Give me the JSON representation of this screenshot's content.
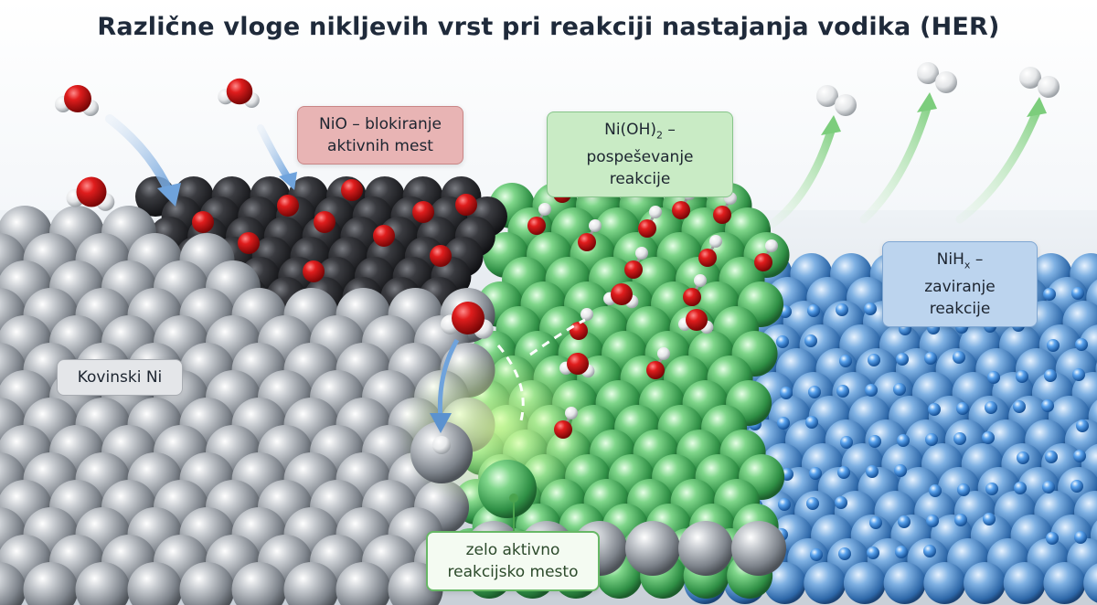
{
  "title": "Različne vloge nikljevih vrst pri reakciji nastajanja vodika (HER)",
  "labels": {
    "nio_line1": "NiO – blokiranje",
    "nio_line2": "aktivnih mest",
    "nioh_main": "Ni(OH)",
    "nioh_sub": "2",
    "nioh_dash": " –",
    "nioh_line2": "pospeševanje reakcije",
    "nih_main": "NiH",
    "nih_sub": "x",
    "nih_dash": " –",
    "nih_line2": "zaviranje reakcije",
    "ni": "Kovinski Ni",
    "site_line1": "zelo aktivno",
    "site_line2": "reakcijsko mesto"
  },
  "colors": {
    "metal_ni": "#9ea3aa",
    "nio": "#2b2c30",
    "nioh": "#5cb86a",
    "nih": "#4f8fd0",
    "oxygen": "#d41a1a",
    "hydrogen": "#f2f2f2"
  }
}
